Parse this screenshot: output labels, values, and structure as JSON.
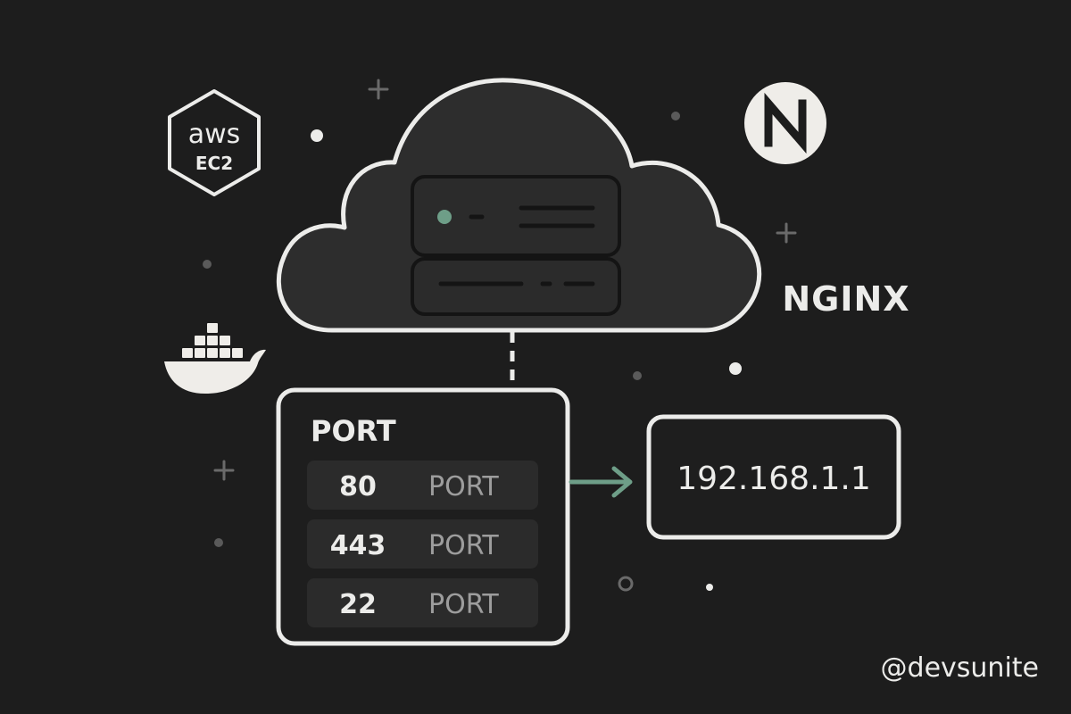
{
  "colors": {
    "background": "#1d1d1d",
    "stroke": "#ececea",
    "cloud_fill": "#2d2d2d",
    "row_fill": "#2b2b2b",
    "accent_green": "#6e9e88",
    "muted_dot": "#5a5a5a",
    "logo_fill": "#efede9"
  },
  "icons": {
    "aws": "aws-ec2-hexagon-icon",
    "nextjs": "nextjs-n-icon",
    "docker": "docker-whale-icon",
    "nginx": "nginx-wordmark",
    "server": "server-rack-icon",
    "cloud": "cloud-icon",
    "arrow": "arrow-right-icon"
  },
  "aws_badge": {
    "line1": "aws",
    "line2": "EC2"
  },
  "nginx_logo": {
    "text": "NGINX"
  },
  "port_panel": {
    "title": "PORT",
    "rows": [
      {
        "number": "80",
        "label": "PORT"
      },
      {
        "number": "443",
        "label": "PORT"
      },
      {
        "number": "22",
        "label": "PORT"
      }
    ]
  },
  "ip_box": {
    "address": "192.168.1.1"
  },
  "watermark": {
    "handle": "@devsunite"
  }
}
